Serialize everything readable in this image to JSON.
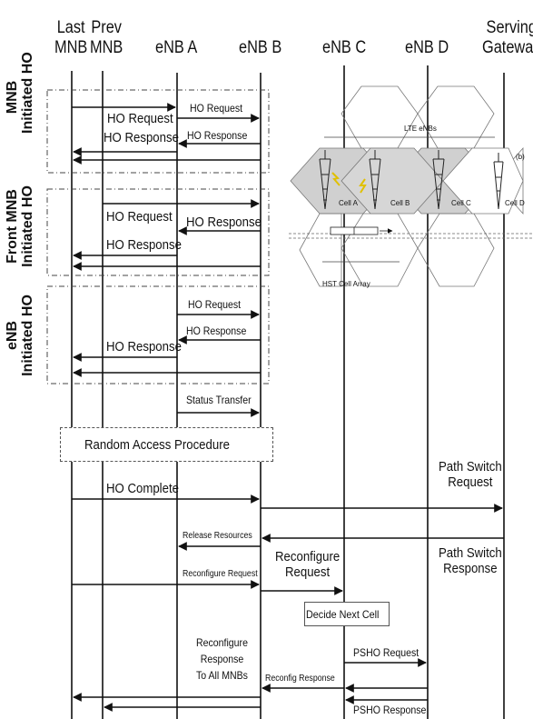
{
  "headers": {
    "last_mnb": [
      "Last",
      "MNB"
    ],
    "prev_mnb": [
      "Prev",
      "MNB"
    ],
    "enb_a": "eNB A",
    "enb_b": "eNB B",
    "enb_c": "eNB C",
    "enb_d": "eNB D",
    "serving_gateway": [
      "Serving",
      "Gateway"
    ]
  },
  "sections": {
    "mnb_initiated": [
      "MNB",
      "Initiated HO"
    ],
    "front_mnb_initiated": [
      "Front MNB",
      "Initiated HO"
    ],
    "enb_initiated": [
      "eNB",
      "Initiated HO"
    ]
  },
  "messages": {
    "s1_ho_request_left": "HO Request",
    "s1_ho_request_right": "HO Request",
    "s1_ho_response_left": "HO Response",
    "s1_ho_response_right": "HO Response",
    "s2_ho_request": "HO Request",
    "s2_ho_response_right": "HO Response",
    "s2_ho_response_left": "HO Response",
    "s3_ho_request": "HO Request",
    "s3_ho_response_right": "HO Response",
    "s3_ho_response_left": "HO Response",
    "status_transfer": "Status Transfer",
    "random_access": "Random Access Procedure",
    "ho_complete": "HO Complete",
    "path_switch_request": [
      "Path Switch",
      "Request"
    ],
    "release_resources": "Release Resources",
    "path_switch_response": [
      "Path Switch",
      "Response"
    ],
    "reconfigure_request_small": "Reconfigure Request",
    "reconfigure_request": [
      "Reconfigure",
      "Request"
    ],
    "decide_next_cell": "Decide Next Cell",
    "reconfigure_response": [
      "Reconfigure",
      "Response",
      "To All MNBs"
    ],
    "pso_request": "PSHO Request",
    "reconfig_response": "Reconfig Response",
    "psho_response": "PSHO Response"
  },
  "inset": {
    "lte_enbs": "LTE eNBs",
    "panel_label": "(b)",
    "cells": [
      "Cell A",
      "Cell B",
      "Cell C",
      "Cell D"
    ],
    "hst_cell_array": "HST Cell Array"
  }
}
